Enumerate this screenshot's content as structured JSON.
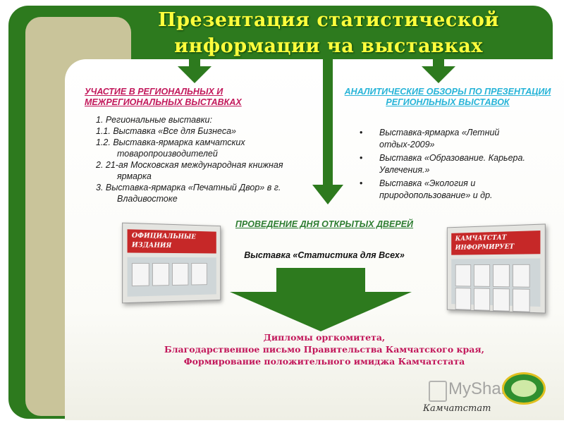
{
  "title": "Презентация статистической информации на выставках",
  "left_section": {
    "heading": "УЧАСТИЕ В РЕГИОНАЛЬНЫХ И МЕЖРЕГИОНАЛЬНЫХ ВЫСТАВКАХ",
    "items": [
      "1. Региональные выставки:",
      "1.1. Выставка «Все для Бизнеса»",
      "1.2. Выставка-ярмарка камчатских товаропроизводителей",
      "2. 21-ая Московская международная книжная ярмарка",
      "3. Выставка-ярмарка «Печатный Двор» в г. Владивостоке"
    ]
  },
  "right_section": {
    "heading": "АНАЛИТИЧЕСКИЕ ОБЗОРЫ ПО ПРЕЗЕНТАЦИИ РЕГИОНЛЬНЫХ ВЫСТАВОК",
    "bullet": "•",
    "items": [
      "Выставка-ярмарка «Летний отдых-2009»",
      "Выставка «Образование. Карьера. Увлечения.»",
      "Выставка «Экология и природопользование» и др."
    ]
  },
  "center_section": {
    "heading": "ПРОВЕДЕНИЕ ДНЯ ОТКРЫТЫХ ДВЕРЕЙ",
    "subheading": "Выставка «Статистика для Всех»"
  },
  "photos": {
    "left_banner": "ОФИЦИАЛЬНЫЕ ИЗДАНИЯ",
    "right_banner": "КАМЧАТСТАТ ИНФОРМИРУЕТ"
  },
  "result_lines": [
    "Дипломы оргкомитета,",
    "Благодарственное письмо Правительства Камчатского края,",
    "Формирование положительного имиджа Камчатстата"
  ],
  "footer_label": "Камчатстат",
  "watermark": "MyShared",
  "colors": {
    "green": "#2d7a1e",
    "beige": "#c9c49a",
    "title_yellow": "#ffff3c",
    "magenta": "#c2185b",
    "cyan": "#27b4d8",
    "heading_green": "#2e7d32"
  }
}
